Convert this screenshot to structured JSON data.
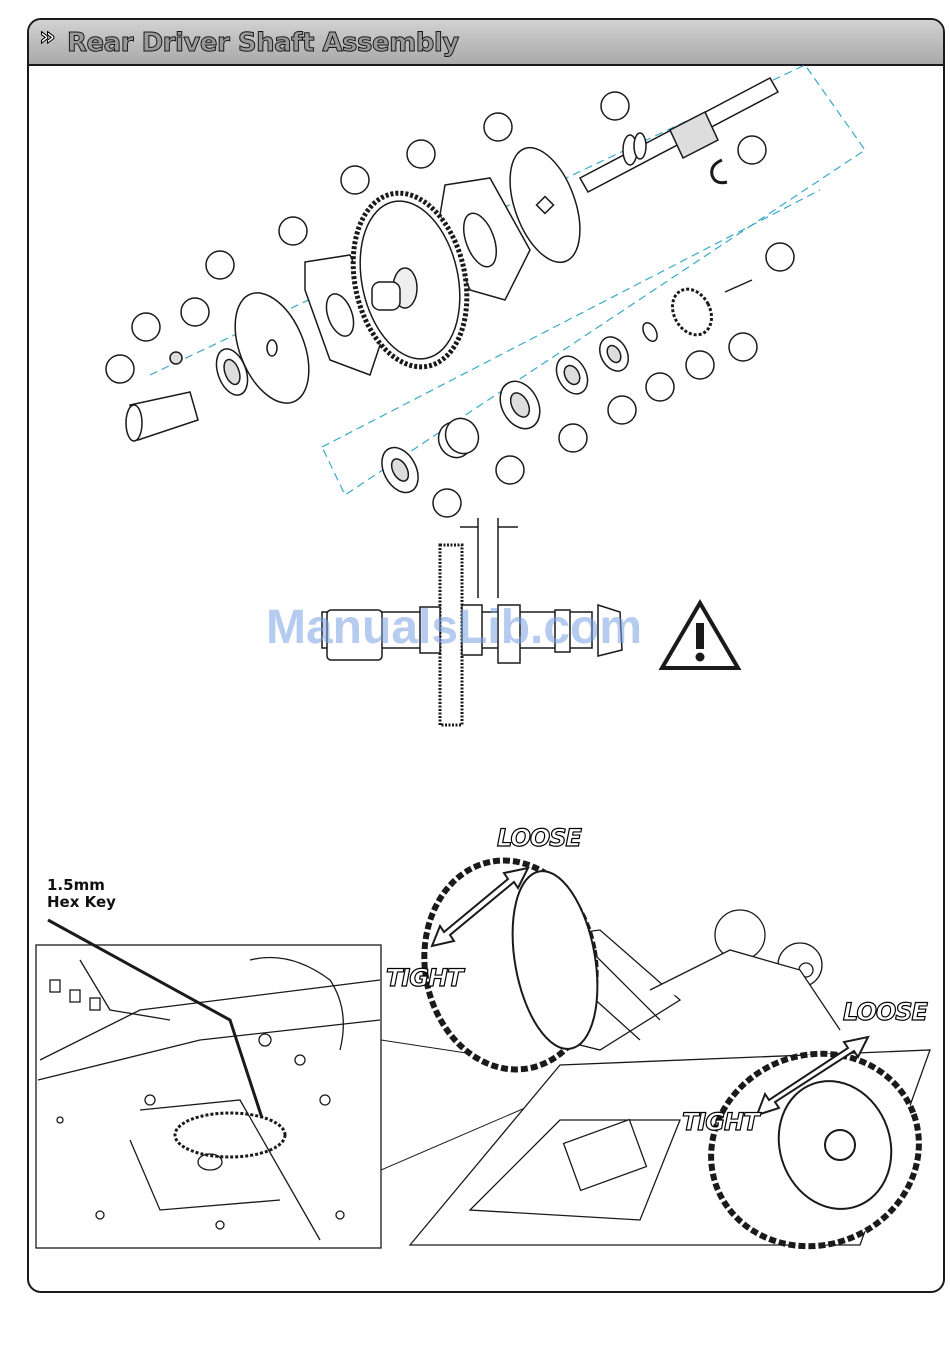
{
  "header": {
    "icon": "double-chevron-icon",
    "title": "Rear Driver Shaft Assembly"
  },
  "tool_label": {
    "line1": "1.5mm",
    "line2": "Hex Key"
  },
  "direction_labels": {
    "loose_top": "LOOSE",
    "tight_left": "TIGHT",
    "loose_right": "LOOSE",
    "tight_right": "TIGHT"
  },
  "watermark": "ManualsLib.com",
  "icons": [
    "double-chevron-icon",
    "warning-triangle-icon"
  ],
  "colors": {
    "header_bg": "#b8b8b8",
    "leader_dash": "#3aa9c9",
    "watermark": "#7aa0e1"
  }
}
